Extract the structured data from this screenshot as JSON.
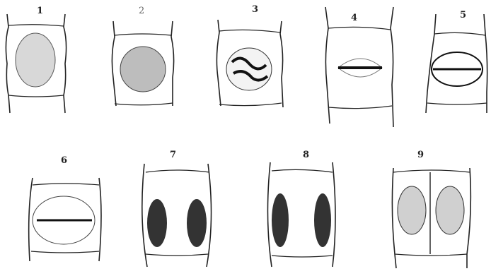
{
  "figure": {
    "panels": [
      {
        "label": "1"
      },
      {
        "label": "2"
      },
      {
        "label": "3"
      },
      {
        "label": "4"
      },
      {
        "label": "5"
      },
      {
        "label": "6"
      },
      {
        "label": "7"
      },
      {
        "label": "8"
      },
      {
        "label": "9"
      }
    ]
  }
}
